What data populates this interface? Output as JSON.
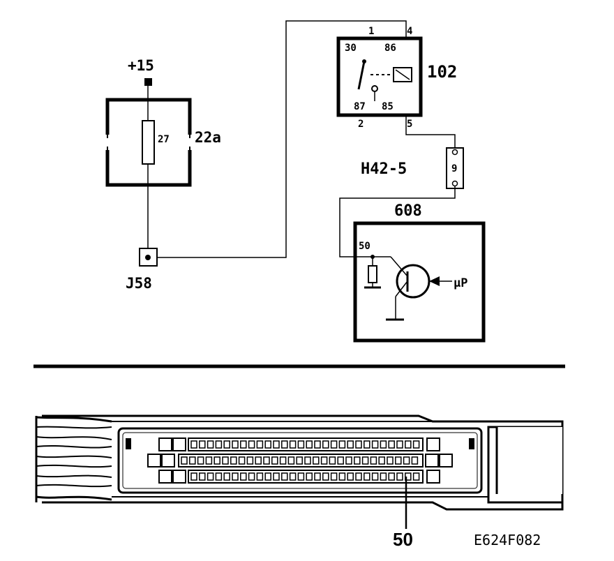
{
  "supply_label": "+15",
  "fuse": {
    "value": "27",
    "ref": "22a"
  },
  "junction": {
    "ref": "J58"
  },
  "relay": {
    "ref": "102",
    "connector_pins": {
      "top_left": "1",
      "top_right": "4",
      "bottom_left": "2",
      "bottom_right": "5"
    },
    "terminals": {
      "t30": "30",
      "t86": "86",
      "t87": "87",
      "t85": "85"
    }
  },
  "connector": {
    "ref": "H42-5",
    "pin": "9"
  },
  "control_unit": {
    "ref": "608",
    "pin": "50",
    "symbol": "µP"
  },
  "plug": {
    "pointer_label": "50"
  },
  "figure_code": "E624F082",
  "colors": {
    "ink": "#000000",
    "background": "#ffffff"
  }
}
